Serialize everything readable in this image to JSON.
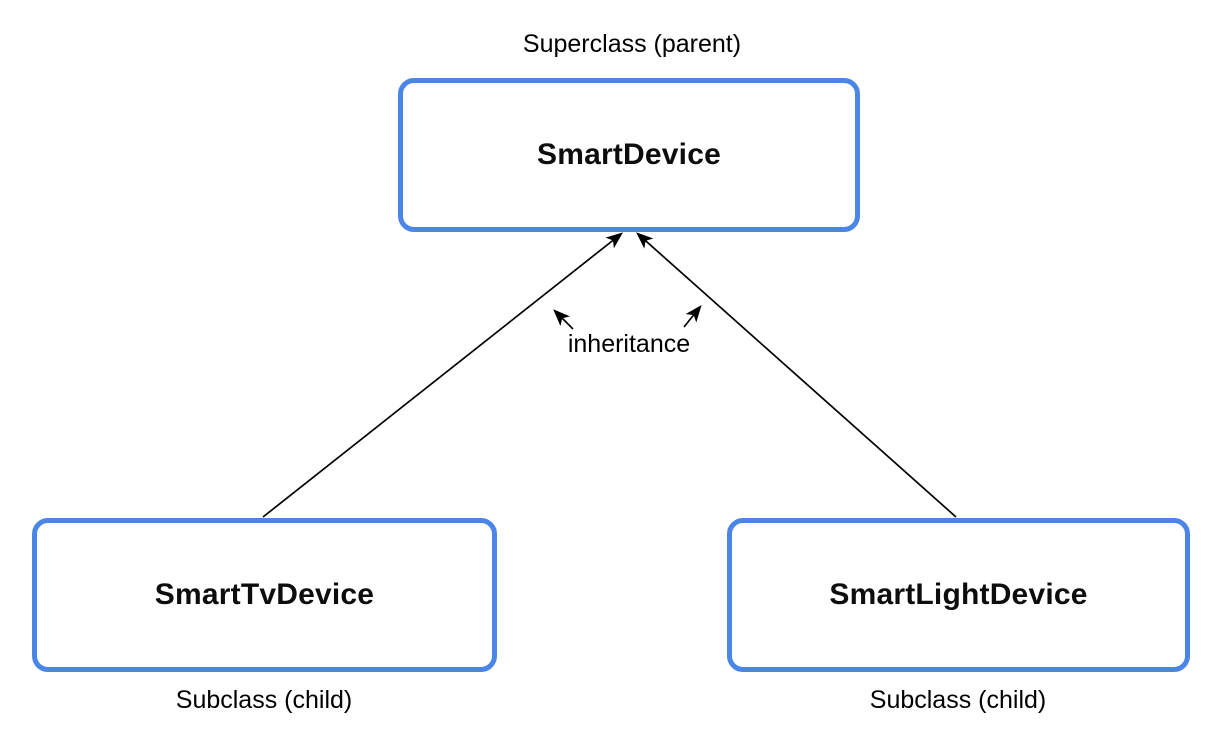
{
  "diagram": {
    "parent": {
      "caption": "Superclass (parent)",
      "name": "SmartDevice"
    },
    "children": [
      {
        "name": "SmartTvDevice",
        "caption": "Subclass (child)"
      },
      {
        "name": "SmartLightDevice",
        "caption": "Subclass (child)"
      }
    ],
    "edge_label": "inheritance",
    "colors": {
      "node_border": "#4a86e8",
      "node_fill": "#ffffff",
      "connector": "#000000",
      "background": "#ffffff",
      "text": "#000000"
    }
  }
}
